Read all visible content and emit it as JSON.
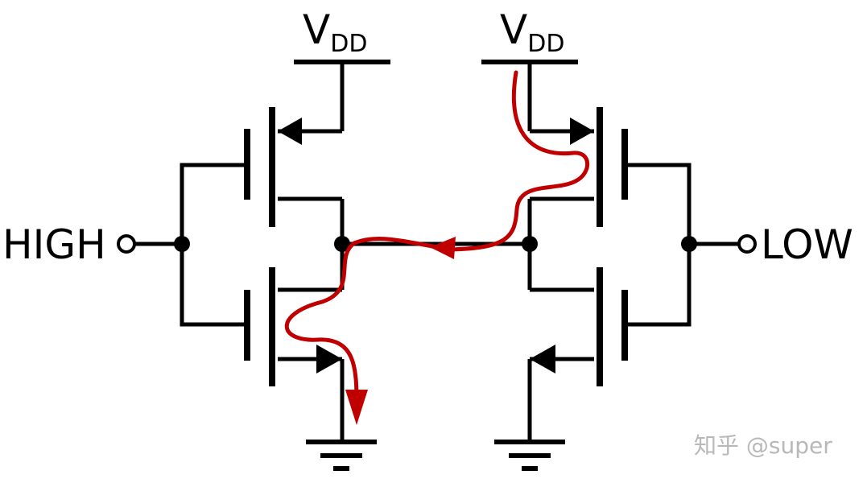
{
  "labels": {
    "vdd_left": {
      "main": "V",
      "sub": "DD"
    },
    "vdd_right": {
      "main": "V",
      "sub": "DD"
    },
    "input_left": "HIGH",
    "output_right": "LOW"
  },
  "watermark": "知乎 @super",
  "colors": {
    "wire": "#000000",
    "current_path": "#c00000",
    "background": "#ffffff",
    "watermark": "#b8b8b8"
  }
}
